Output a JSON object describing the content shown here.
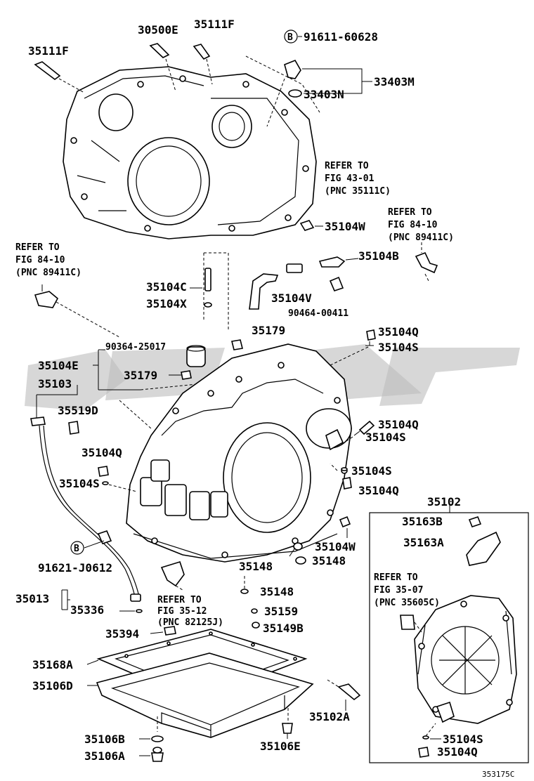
{
  "labels": {
    "p30500E": "30500E",
    "p35111F_top": "35111F",
    "p35111F_left": "35111F",
    "p91611_60628": "91611-60628",
    "p33403M": "33403M",
    "p33403N": "33403N",
    "p35104W_top": "35104W",
    "p35104B": "35104B",
    "p35104C": "35104C",
    "p35104X": "35104X",
    "p35104V": "35104V",
    "p90464_00411": "90464-00411",
    "p35179_a": "35179",
    "p35179_b": "35179",
    "p90364_25017": "90364-25017",
    "p35104E": "35104E",
    "p35103": "35103",
    "p35519D": "35519D",
    "p35104Q_a": "35104Q",
    "p35104S_a": "35104S",
    "p35104Q_b": "35104Q",
    "p35104S_b": "35104S",
    "p35104Q_c": "35104Q",
    "p35104S_c": "35104S",
    "p35104S_d": "35104S",
    "p35104Q_d": "35104Q",
    "p35104W_mid": "35104W",
    "p35148_a": "35148",
    "p35148_b": "35148",
    "p35148_c": "35148",
    "p35159": "35159",
    "p35149B": "35149B",
    "p91621_J0612": "91621-J0612",
    "p35013": "35013",
    "p35336": "35336",
    "p35394": "35394",
    "p35168A": "35168A",
    "p35106D": "35106D",
    "p35106B": "35106B",
    "p35106A": "35106A",
    "p35106E": "35106E",
    "p35102A": "35102A",
    "p35102": "35102",
    "p35163B": "35163B",
    "p35163A": "35163A",
    "p35104S_e": "35104S",
    "p35104Q_e": "35104Q",
    "circle_b1": "B",
    "circle_b2": "B"
  },
  "refer_notes": {
    "ref_43_01": [
      "REFER TO",
      "FIG 43-01",
      "(PNC 35111C)"
    ],
    "ref_84_10_right": [
      "REFER TO",
      "FIG 84-10",
      "(PNC 89411C)"
    ],
    "ref_84_10_left": [
      "REFER TO",
      "FIG 84-10",
      "(PNC 89411C)"
    ],
    "ref_35_12": [
      "REFER TO",
      "FIG 35-12",
      "(PNC 82125J)"
    ],
    "ref_35_07": [
      "REFER TO",
      "FIG 35-07",
      "(PNC 35605C)"
    ]
  },
  "footer": {
    "diagram_code": "353175C"
  }
}
